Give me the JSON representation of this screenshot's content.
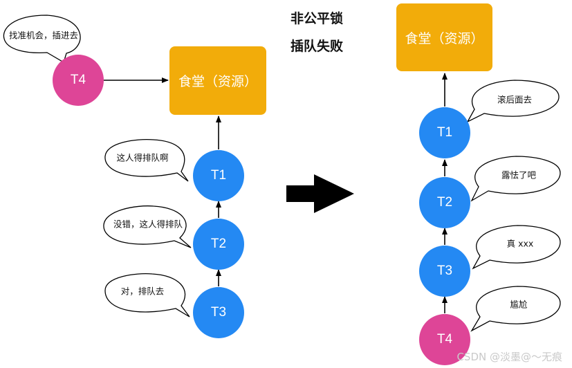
{
  "titles": {
    "line1": "非公平锁",
    "line2": "插队失败"
  },
  "left": {
    "resource": "食堂（资源）",
    "nodes": {
      "t1": "T1",
      "t2": "T2",
      "t3": "T3",
      "t4": "T4"
    },
    "bubbles": {
      "t4": "找准机会，插进去",
      "t1": "这人得排队啊",
      "t2": "没错，这人得排队",
      "t3": "对，排队去"
    }
  },
  "right": {
    "resource": "食堂（资源）",
    "nodes": {
      "t1": "T1",
      "t2": "T2",
      "t3": "T3",
      "t4": "T4"
    },
    "bubbles": {
      "t1": "滚后面去",
      "t2": "露怯了吧",
      "t3": "真 xxx",
      "t4": "尴尬"
    }
  },
  "colors": {
    "resource": "#f2ac0a",
    "thread": "#2489f3",
    "intruder": "#de4597"
  },
  "watermark": "CSDN @淡墨@～无痕"
}
